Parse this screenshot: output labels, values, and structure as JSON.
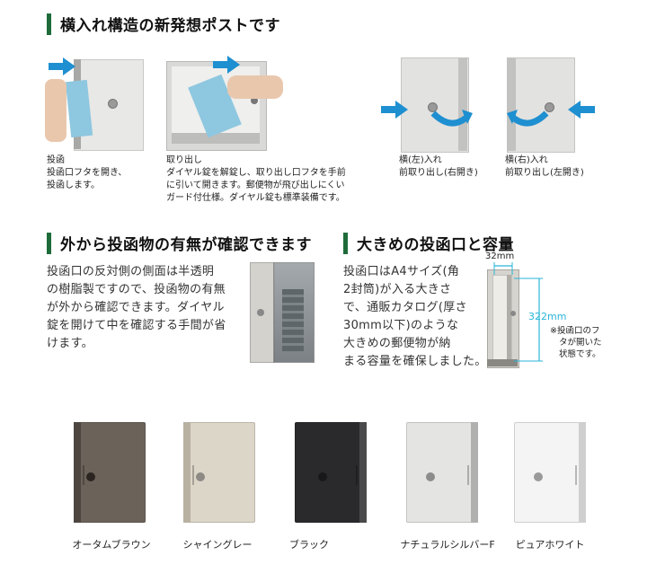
{
  "section1": {
    "title": "横入れ構造の新発想ポストです",
    "caption_insert": [
      "投函",
      "投函口フタを開き、",
      "投函します。"
    ],
    "caption_takeout": [
      "取り出し",
      "ダイヤル錠を解錠し、取り出し口フタを手前",
      "に引いて開きます。郵便物が飛び出しにくい",
      "ガード付仕様。ダイヤル錠も標準装備です。"
    ],
    "caption_left": [
      "横(左)入れ",
      "前取り出し(右開き)"
    ],
    "caption_right": [
      "横(右)入れ",
      "前取り出し(左開き)"
    ]
  },
  "section2": {
    "title": "外から投函物の有無が確認できます",
    "body": [
      "投函口の反対側の側面は半透明",
      "の樹脂製ですので、投函物の有無",
      "が外から確認できます。ダイヤル",
      "錠を開けて中を確認する手間が省",
      "けます。"
    ]
  },
  "section3": {
    "title": "大きめの投函口と容量",
    "body": [
      "投函口はA4サイズ(角",
      "2封筒)が入る大きさ",
      "で、通販カタログ(厚さ",
      "30mm以下)のような",
      "大きめの郵便物が納",
      "まる容量を確保しました。"
    ],
    "dim_width": "32mm",
    "dim_height": "322mm",
    "note": [
      "※投函口のフ",
      "タが開いた",
      "状態です。"
    ]
  },
  "colors": {
    "heading_bar": "#1e6b3a",
    "arrow_blue": "#1e8fd0",
    "dimension_cyan": "#2bb5d8"
  },
  "variants": [
    {
      "label": "オータムブラウン",
      "body": "#6b625a",
      "side": "#4d4640",
      "lock": "#2a2520"
    },
    {
      "label": "シャイングレー",
      "body": "#dcd6c8",
      "side": "#b8b1a2",
      "lock": "#8d8a86"
    },
    {
      "label": "ブラック",
      "body": "#2a2a2c",
      "side": "#4a4a4c",
      "lock": "#18181a"
    },
    {
      "label": "ナチュラルシルバーF",
      "body": "#e4e4e2",
      "side": "#b0b0ae",
      "lock": "#8c8c8c"
    },
    {
      "label": "ピュアホワイト",
      "body": "#f4f4f4",
      "side": "#cfcfcf",
      "lock": "#9a9a9a"
    }
  ]
}
